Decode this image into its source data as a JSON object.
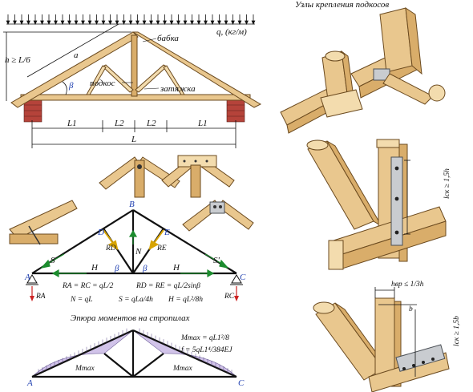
{
  "top_left": {
    "load_label": "q, (кг/м)",
    "height_label": "h ≥ L/6",
    "rafter_label": "a",
    "angle_label": "β",
    "babka_label": "бабка",
    "podkos_label": "подкос",
    "zatyazhka_label": "затяжка",
    "dims": [
      "L1",
      "L2",
      "L2",
      "L1"
    ],
    "total_span": "L"
  },
  "truss": {
    "nodes": [
      "A",
      "B",
      "C",
      "D",
      "E"
    ],
    "S_label": "S",
    "S_prime_label": "S'",
    "H_left": "H",
    "H_right": "H",
    "N_label": "N",
    "beta_left": "β",
    "beta_right": "β",
    "RD_label": "RD",
    "RE_label": "RE",
    "RA_label": "RA",
    "RC_label": "RC",
    "formula_1": "RA = RC = qL/2",
    "formula_2": "RD = RE = qL/2sinβ",
    "formula_3": "N = qL",
    "formula_4": "S = qLa/4h",
    "formula_5": "H = qL²/8h"
  },
  "moments": {
    "title": "Эпюра моментов на стропилах",
    "mmax_formula": "Mmax = qL1²/8",
    "f_formula": "f = 5qL1⁴/384EJ",
    "mmax_left": "Mmax",
    "mmax_right": "Mmax",
    "node_A": "A",
    "node_C": "C"
  },
  "right": {
    "title": "Узлы крепления подкосов",
    "lsk_1": "lск ≥ 1,5h",
    "lsk_2": "lск ≥ 1,5b",
    "hvp": "hвр ≤ 1/3h",
    "b_label": "b"
  }
}
